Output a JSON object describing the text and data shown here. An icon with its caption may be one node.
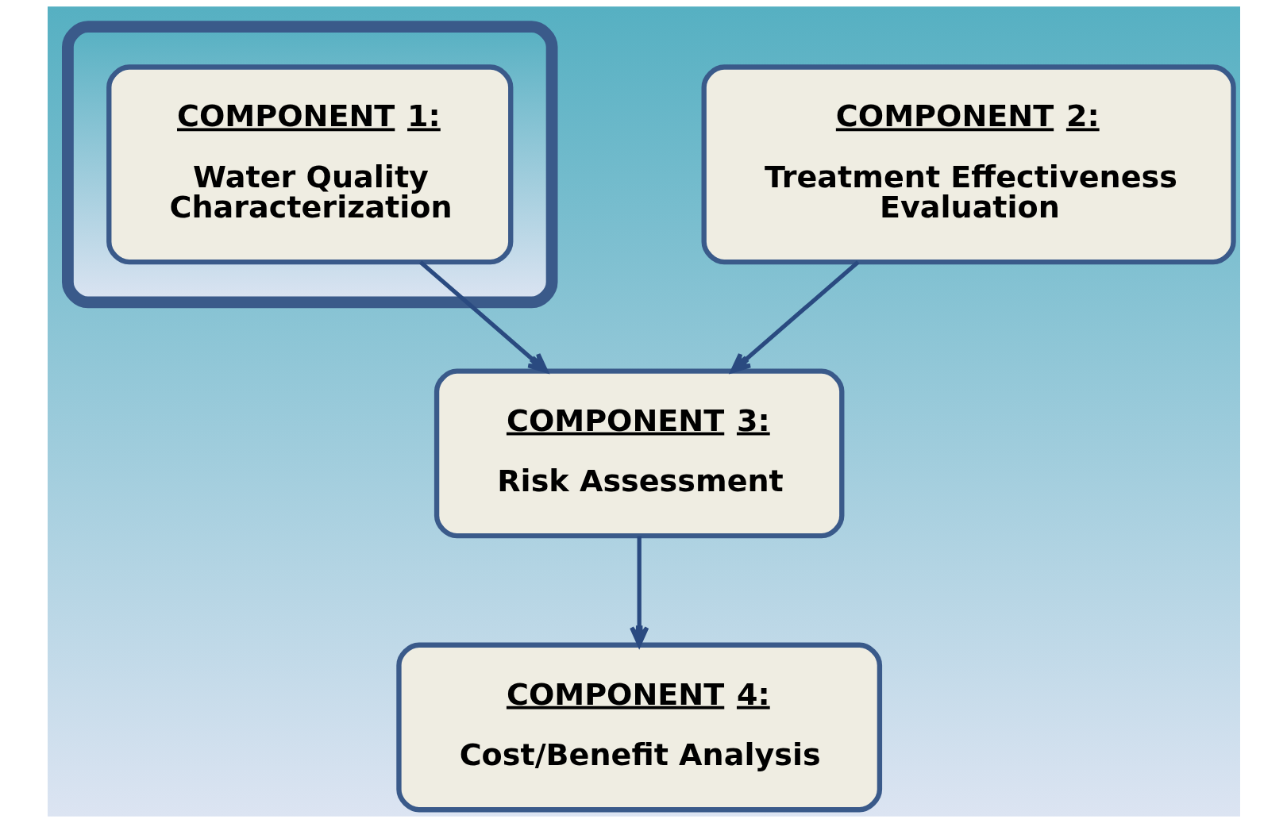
{
  "diagram": {
    "nodes": [
      {
        "text": [],
        "shape": "ellipse"
      },
      {
        "text": [
          "COMPONENT 1:",
          "Water Quality Characterization"
        ],
        "in": 0
      },
      {
        "text": [
          "COMPONENT 2:",
          "Treatment Effectiveness Evaluation"
        ]
      },
      {
        "text": [
          "COMPONENT 3:",
          "Risk Assessment"
        ]
      },
      {
        "text": [
          "COMPONENT 4:",
          "Cost/Benefit Analysis"
        ]
      }
    ],
    "edges": [
      {
        "from": 1,
        "to": 3,
        "arrow": "to"
      },
      {
        "from": 2,
        "to": 3,
        "arrow": "to"
      },
      {
        "from": 3,
        "to": 4,
        "arrow": "to"
      }
    ]
  }
}
